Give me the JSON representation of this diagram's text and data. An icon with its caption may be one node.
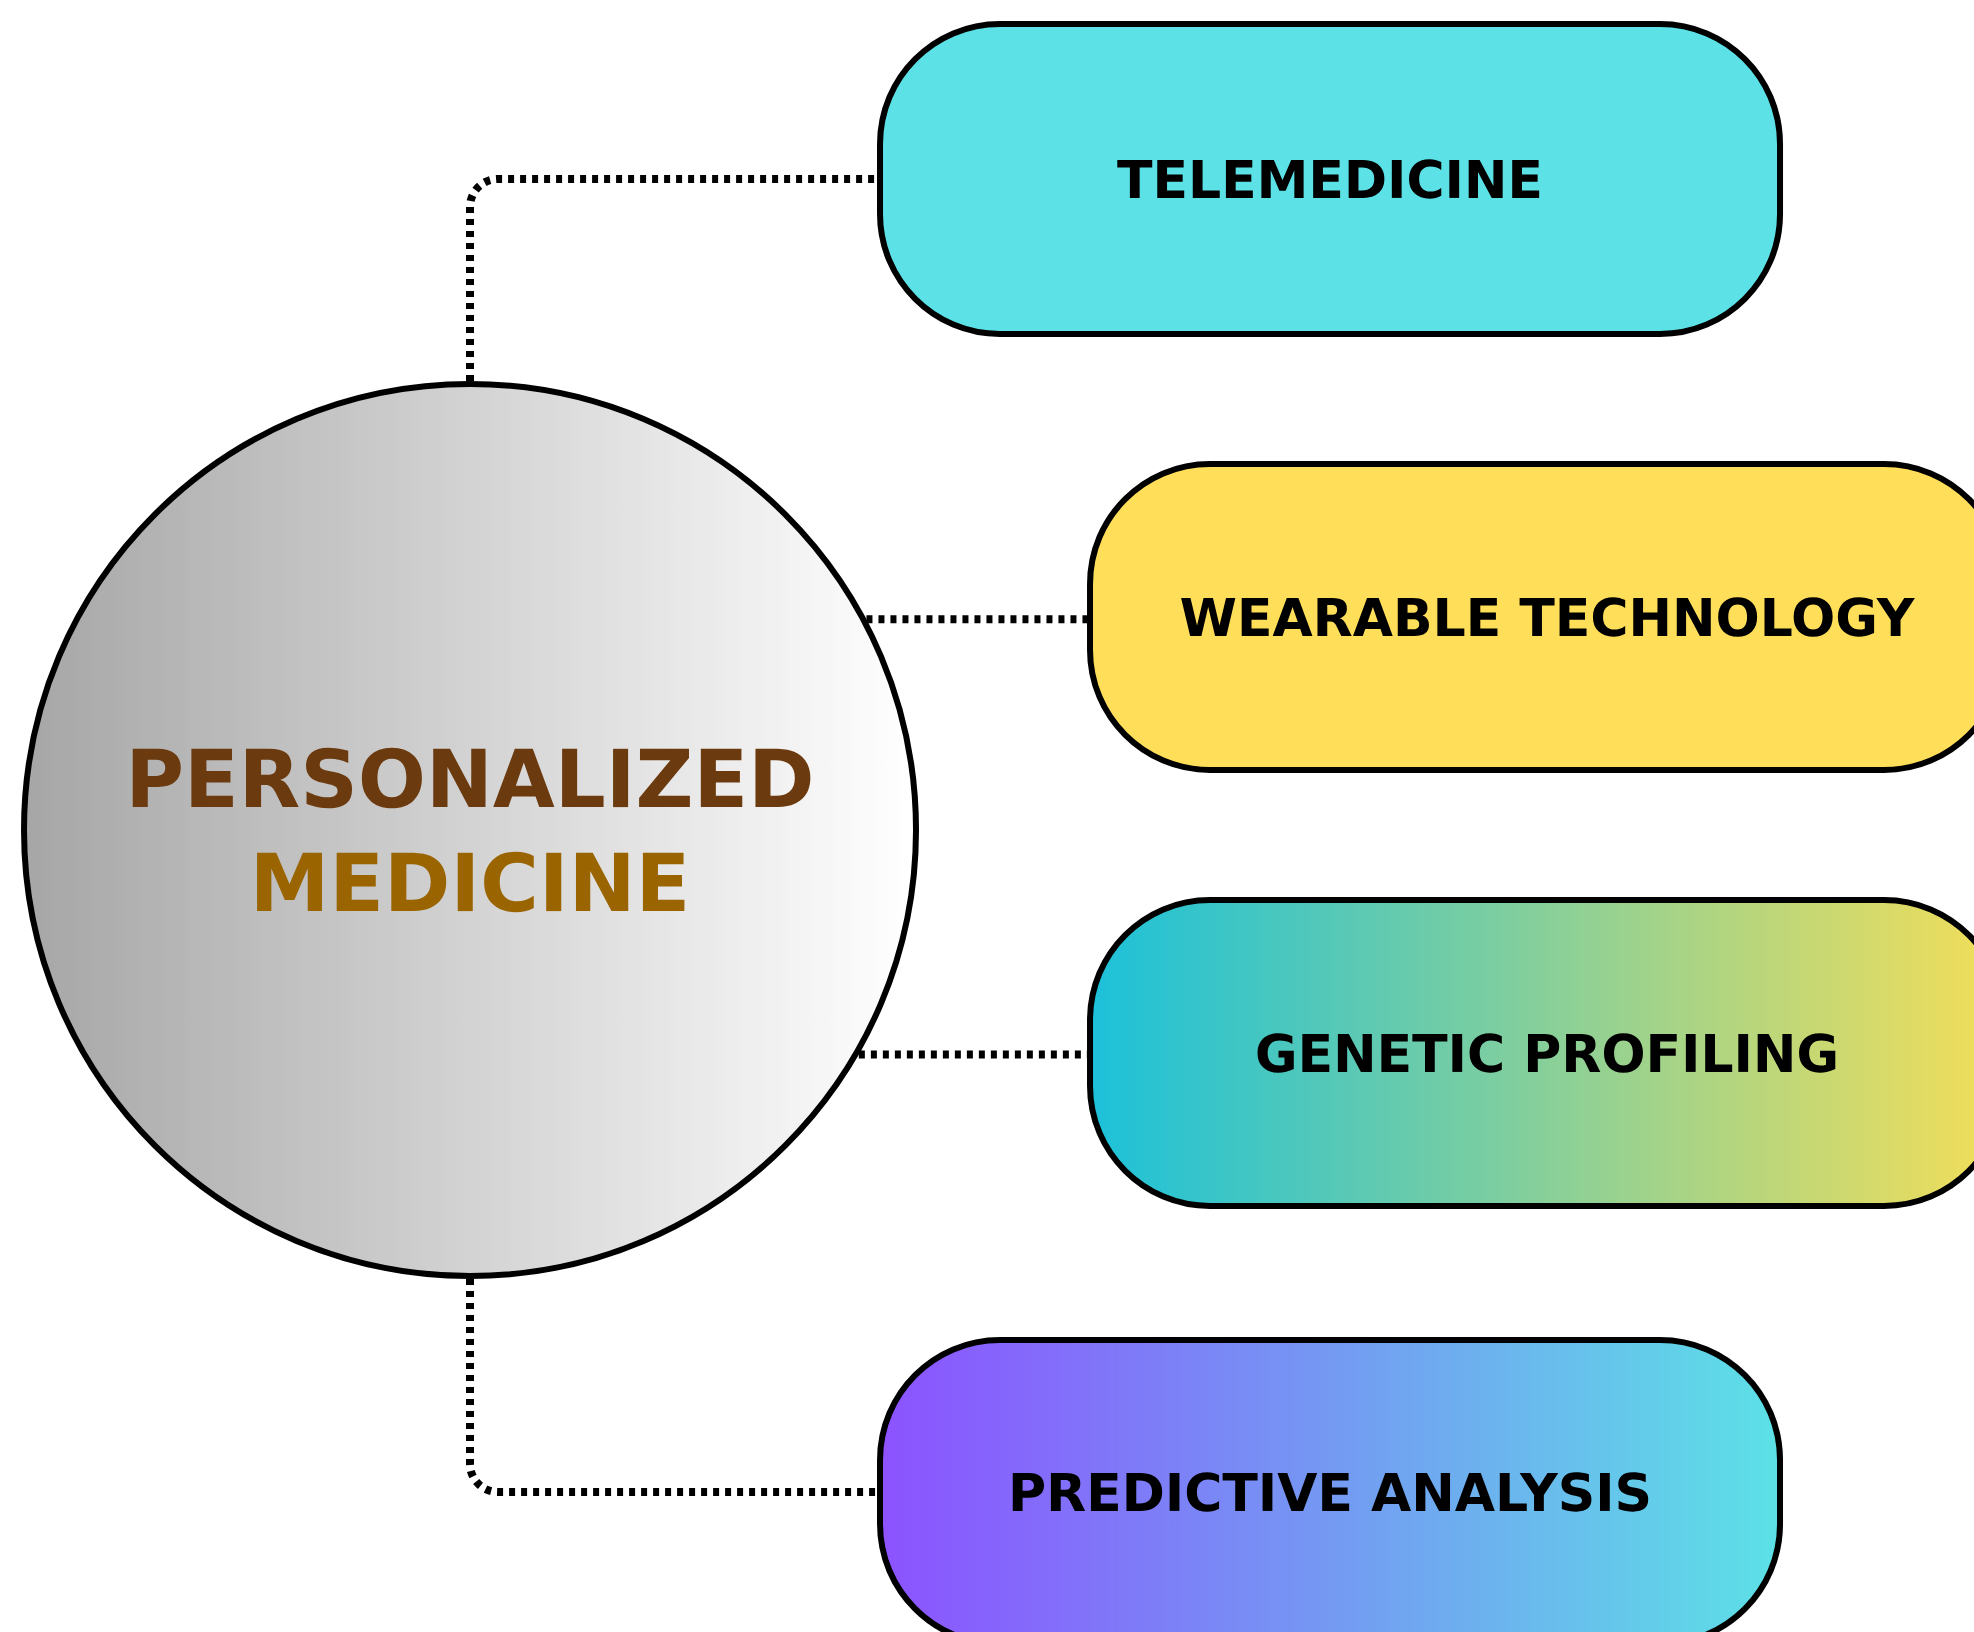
{
  "diagram": {
    "nodes": [
      {
        "text": [
          "PERSONALIZED",
          "MEDICINE"
        ]
      },
      {
        "text": [
          "TELEMEDICINE"
        ]
      },
      {
        "text": [
          "WEARABLE TECHNOLOGY"
        ]
      },
      {
        "text": [
          "GENETIC PROFILING"
        ]
      },
      {
        "text": [
          "PREDICTIVE ANALYSIS"
        ]
      }
    ],
    "edges": [
      {
        "from": 0,
        "to": 1,
        "arrow": "none"
      },
      {
        "from": 0,
        "to": 2,
        "arrow": "none"
      },
      {
        "from": 0,
        "to": 3,
        "arrow": "none"
      },
      {
        "from": 0,
        "to": 4,
        "arrow": "none"
      }
    ]
  }
}
